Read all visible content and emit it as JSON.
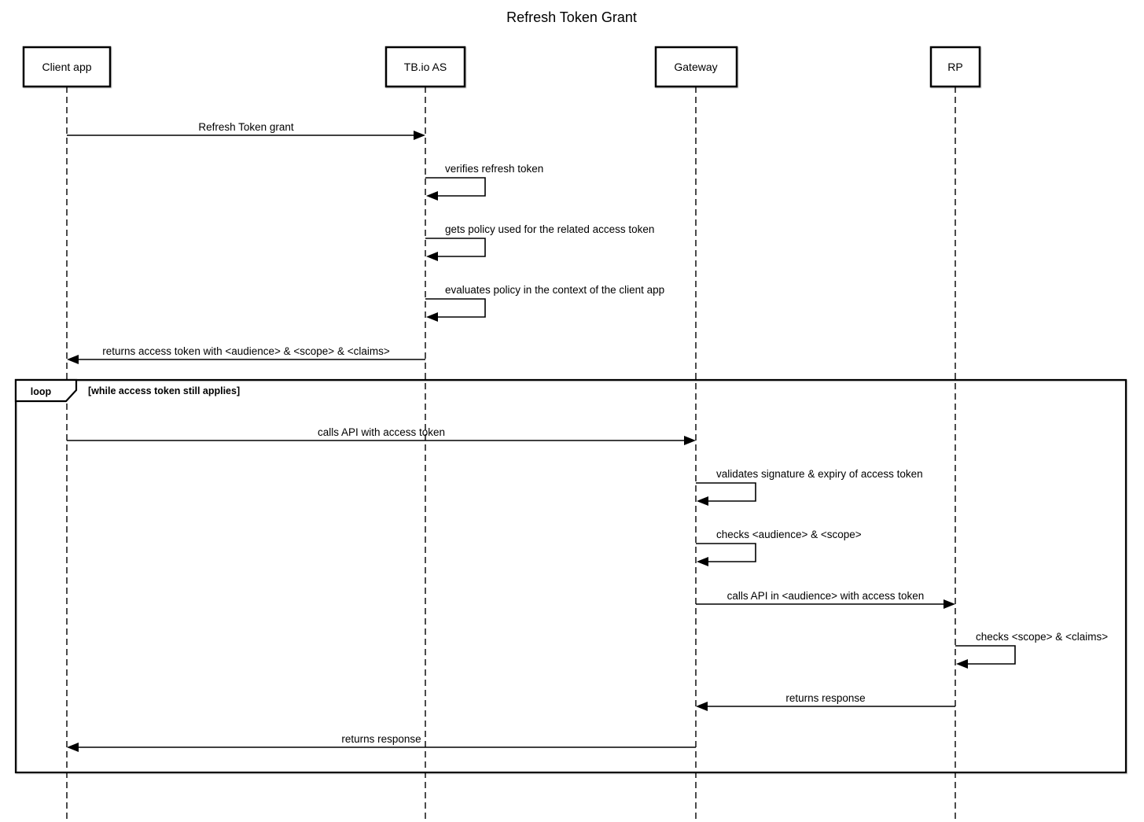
{
  "diagram": {
    "title": "Refresh Token Grant",
    "colors": {
      "stroke": "#000000",
      "background": "#ffffff",
      "text": "#000000"
    },
    "actors": [
      {
        "id": "client-app",
        "label": "Client app"
      },
      {
        "id": "tbio-as",
        "label": "TB.io AS"
      },
      {
        "id": "gateway",
        "label": "Gateway"
      },
      {
        "id": "rp",
        "label": "RP"
      }
    ],
    "messages": [
      {
        "from": "Client app",
        "to": "TB.io AS",
        "type": "arrow",
        "label": "Refresh Token grant"
      },
      {
        "actor": "TB.io AS",
        "type": "self",
        "label": "verifies refresh token"
      },
      {
        "actor": "TB.io AS",
        "type": "self",
        "label": "gets policy used for the related access token"
      },
      {
        "actor": "TB.io AS",
        "type": "self",
        "label": "evaluates policy in the context of the client app"
      },
      {
        "from": "TB.io AS",
        "to": "Client app",
        "type": "arrow",
        "label": "returns access token with <audience> & <scope> & <claims>"
      }
    ],
    "loop": {
      "operator": "loop",
      "condition": "[while access token still applies]",
      "messages": [
        {
          "from": "Client app",
          "to": "Gateway",
          "type": "arrow",
          "label": "calls API with access token"
        },
        {
          "actor": "Gateway",
          "type": "self",
          "label": "validates signature & expiry of access token"
        },
        {
          "actor": "Gateway",
          "type": "self",
          "label": "checks <audience> & <scope>"
        },
        {
          "from": "Gateway",
          "to": "RP",
          "type": "arrow",
          "label": "calls API in <audience> with access token"
        },
        {
          "actor": "RP",
          "type": "self",
          "label": "checks <scope> & <claims>"
        },
        {
          "from": "RP",
          "to": "Gateway",
          "type": "arrow",
          "label": "returns response"
        },
        {
          "from": "Gateway",
          "to": "Client app",
          "type": "arrow",
          "label": "returns response"
        }
      ]
    }
  }
}
